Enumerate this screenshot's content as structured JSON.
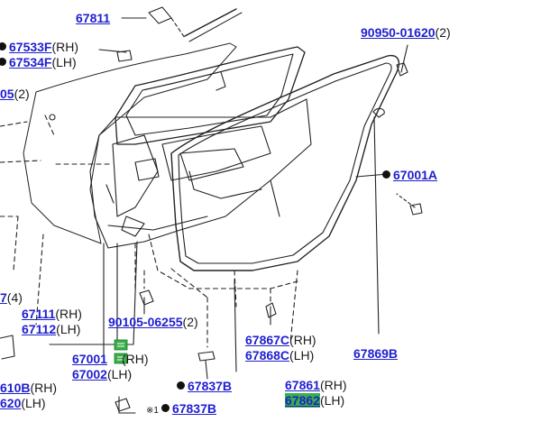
{
  "colors": {
    "part_link": "#1f1fcf",
    "highlight": "#38b048",
    "line": "#222222"
  },
  "labels": {
    "p67811": {
      "num": "67811",
      "suf": ""
    },
    "p67533f": {
      "num": "67533F",
      "suf": "(RH)"
    },
    "p67534f": {
      "num": "67534F",
      "suf": "(LH)"
    },
    "p05": {
      "num": "05",
      "suf": "(2)"
    },
    "p90950": {
      "num": "90950-01620",
      "suf": "(2)"
    },
    "p67001a": {
      "num": "67001A",
      "suf": ""
    },
    "p7_4": {
      "num": "7",
      "suf": "(4)"
    },
    "p67111": {
      "num": "67111",
      "suf": "(RH)"
    },
    "p67112": {
      "num": "67112",
      "suf": "(LH)"
    },
    "p90105": {
      "num": "90105-06255",
      "suf": "(2)"
    },
    "p67001": {
      "num": "67001",
      "suf": "(RH)"
    },
    "p67002": {
      "num": "67002",
      "suf": "(LH)"
    },
    "p610b": {
      "num": "610B",
      "suf": "(RH)"
    },
    "p620": {
      "num": "620",
      "suf": "(LH)"
    },
    "p67837b_a": {
      "num": "67837B",
      "suf": ""
    },
    "p67837b_b": {
      "num": "67837B",
      "suf": ""
    },
    "p67867c": {
      "num": "67867C",
      "suf": "(RH)"
    },
    "p67868c": {
      "num": "67868C",
      "suf": "(LH)"
    },
    "p67869b": {
      "num": "67869B",
      "suf": ""
    },
    "p67861": {
      "num": "67861",
      "suf": "(RH)"
    },
    "p67862": {
      "num": "67862",
      "suf": "(LH)"
    }
  },
  "markers": {
    "note_mark": "※1"
  },
  "icons": {
    "part_note": "note-icon"
  }
}
